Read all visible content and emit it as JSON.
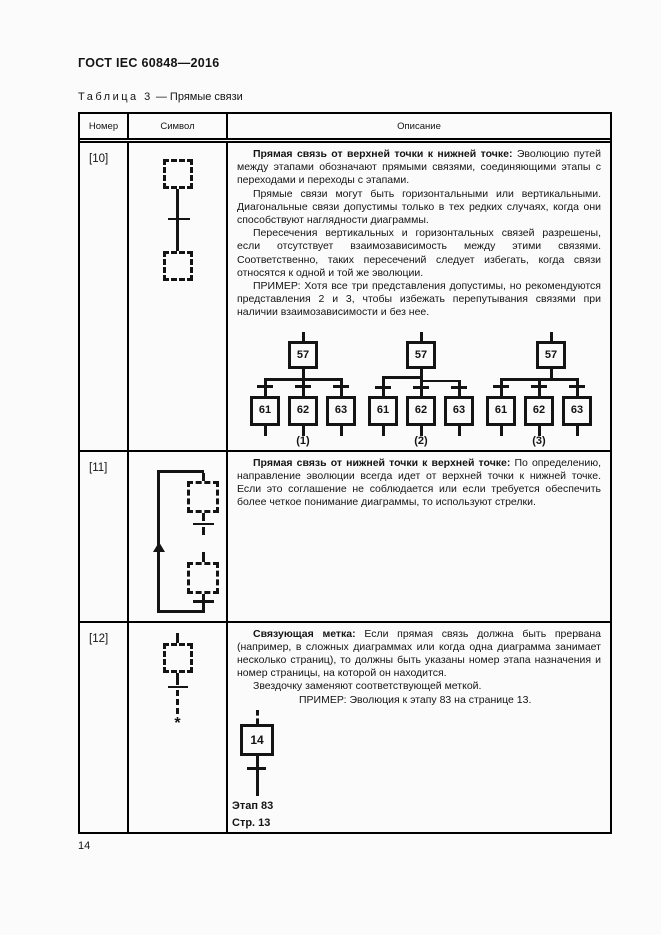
{
  "colors": {
    "ink": "#141414",
    "paper": "#fbfbfb"
  },
  "document": {
    "title": "ГОСТ IEC 60848—2016",
    "caption_label": "Таблица 3",
    "caption_text": " — Прямые связи",
    "page_number": "14"
  },
  "table": {
    "headers": {
      "number": "Номер",
      "symbol": "Символ",
      "description": "Описание"
    },
    "rows": [
      {
        "number": "[10]",
        "paragraphs": [
          {
            "lead": "Прямая связь от верхней точки к нижней точке:",
            "text": " Эволюцию путей между этапами обозначают прямыми связями, соединяющими этапы с переходами и переходы с этапами."
          },
          {
            "text": "Прямые связи могут быть горизонтальными или вертикальными. Диагональные связи допустимы только в тех редких случаях, когда они способствуют наглядности диаграммы."
          },
          {
            "text": "Пересечения вертикальных и горизонтальных связей разрешены, если отсутствует взаимозависимость между этими связями. Соответственно, таких пересечений следует избегать, когда связи относятся к одной и той же эволюции."
          },
          {
            "text": "ПРИМЕР: Хотя все три представления допустимы, но рекомендуются представления 2 и 3, чтобы избежать перепутывания связями при наличии взаимозависимости и без нее."
          }
        ],
        "diagram": {
          "top_step": "57",
          "bottom_steps": [
            "61",
            "62",
            "63"
          ],
          "variant_labels": [
            "(1)",
            "(2)",
            "(3)"
          ]
        }
      },
      {
        "number": "[11]",
        "paragraphs": [
          {
            "lead": "Прямая связь от нижней точки к верхней точке:",
            "text": " По определению, направление эволюции всегда идет от верхней точки к нижней точке. Если это соглашение не соблюдается или если требуется обеспечить более четкое понимание диаграммы, то используют стрелки."
          }
        ]
      },
      {
        "number": "[12]",
        "paragraphs": [
          {
            "lead": "Связующая метка:",
            "text": " Если прямая связь должна быть прервана (например, в сложных диаграммах или когда одна диаграмма занимает несколько страниц), то должны быть указаны номер этапа назначения и номер страницы, на которой он находится."
          },
          {
            "text": "Звездочку заменяют соответствующей меткой."
          },
          {
            "text": "ПРИМЕР: Эволюция к этапу 83 на странице 13."
          }
        ],
        "symbol_asterisk": "*",
        "example": {
          "step": "14",
          "step_label": "Этап 83",
          "page_label": "Стр. 13"
        }
      }
    ]
  }
}
